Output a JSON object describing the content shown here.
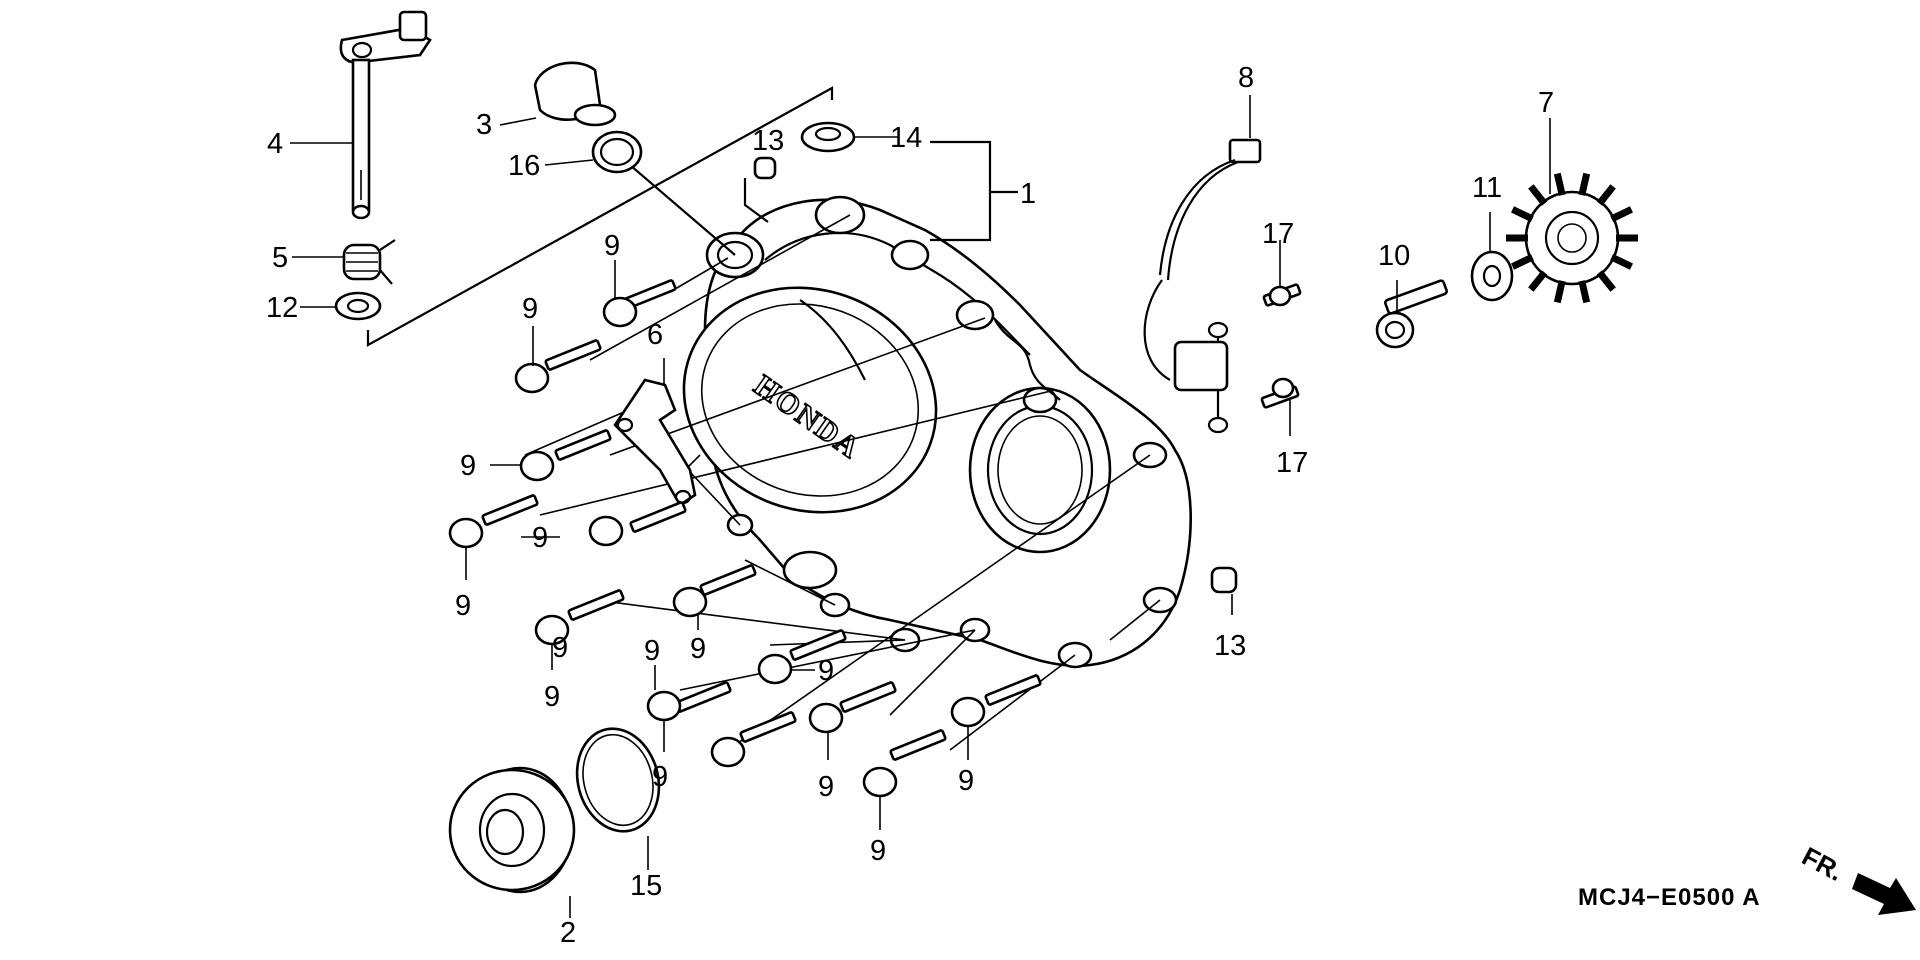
{
  "diagram": {
    "code": "MCJ4−E0500 A",
    "logo": "HONDA",
    "direction": "FR.",
    "labels": [
      "1",
      "2",
      "3",
      "4",
      "5",
      "6",
      "7",
      "8",
      "9",
      "10",
      "11",
      "12",
      "13",
      "14",
      "15",
      "16",
      "17"
    ]
  }
}
